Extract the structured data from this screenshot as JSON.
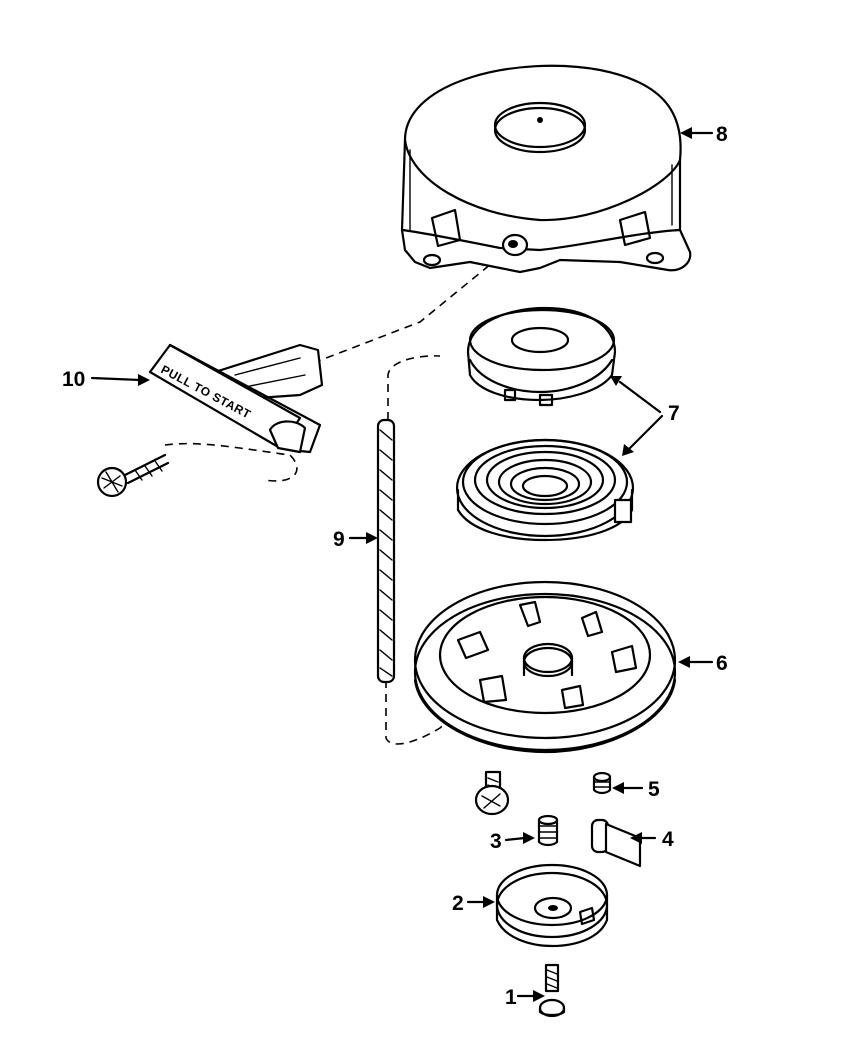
{
  "handle_inscription": "PULL TO START",
  "callouts": [
    {
      "id": "1",
      "part": "shoulder-screw"
    },
    {
      "id": "2",
      "part": "retainer-cup"
    },
    {
      "id": "3",
      "part": "compression-spring"
    },
    {
      "id": "4",
      "part": "pawl"
    },
    {
      "id": "5",
      "part": "pawl-spring"
    },
    {
      "id": "6",
      "part": "rope-pulley"
    },
    {
      "id": "7",
      "part": "recoil-spring-and-retainer"
    },
    {
      "id": "8",
      "part": "starter-housing"
    },
    {
      "id": "9",
      "part": "starter-rope"
    },
    {
      "id": "10",
      "part": "starter-handle"
    }
  ],
  "colors": {
    "ink": "#000000",
    "paper": "#ffffff"
  }
}
